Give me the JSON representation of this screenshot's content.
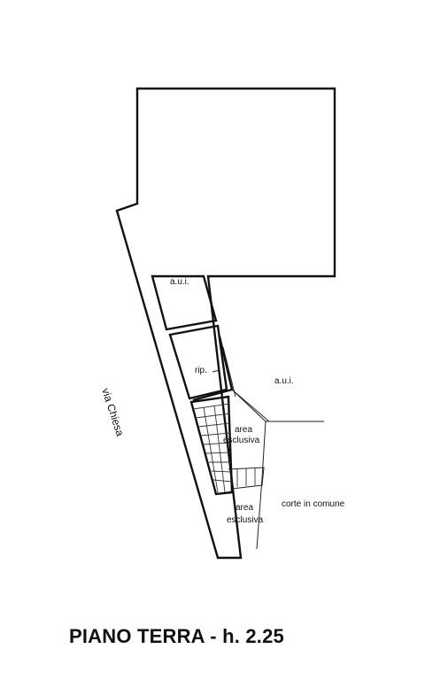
{
  "labels": {
    "aui_top": "a.u.i.",
    "rip": "rip.",
    "aui_right": "a.u.i.",
    "area_esclusiva_1_line1": "area",
    "area_esclusiva_1_line2": "esclusiva",
    "area_esclusiva_2_line1": "area",
    "area_esclusiva_2_line2": "esclusiva",
    "corte_in_comune": "corte in comune",
    "street": "via Chiesa"
  },
  "caption": "PIANO TERRA - h. 2.25"
}
